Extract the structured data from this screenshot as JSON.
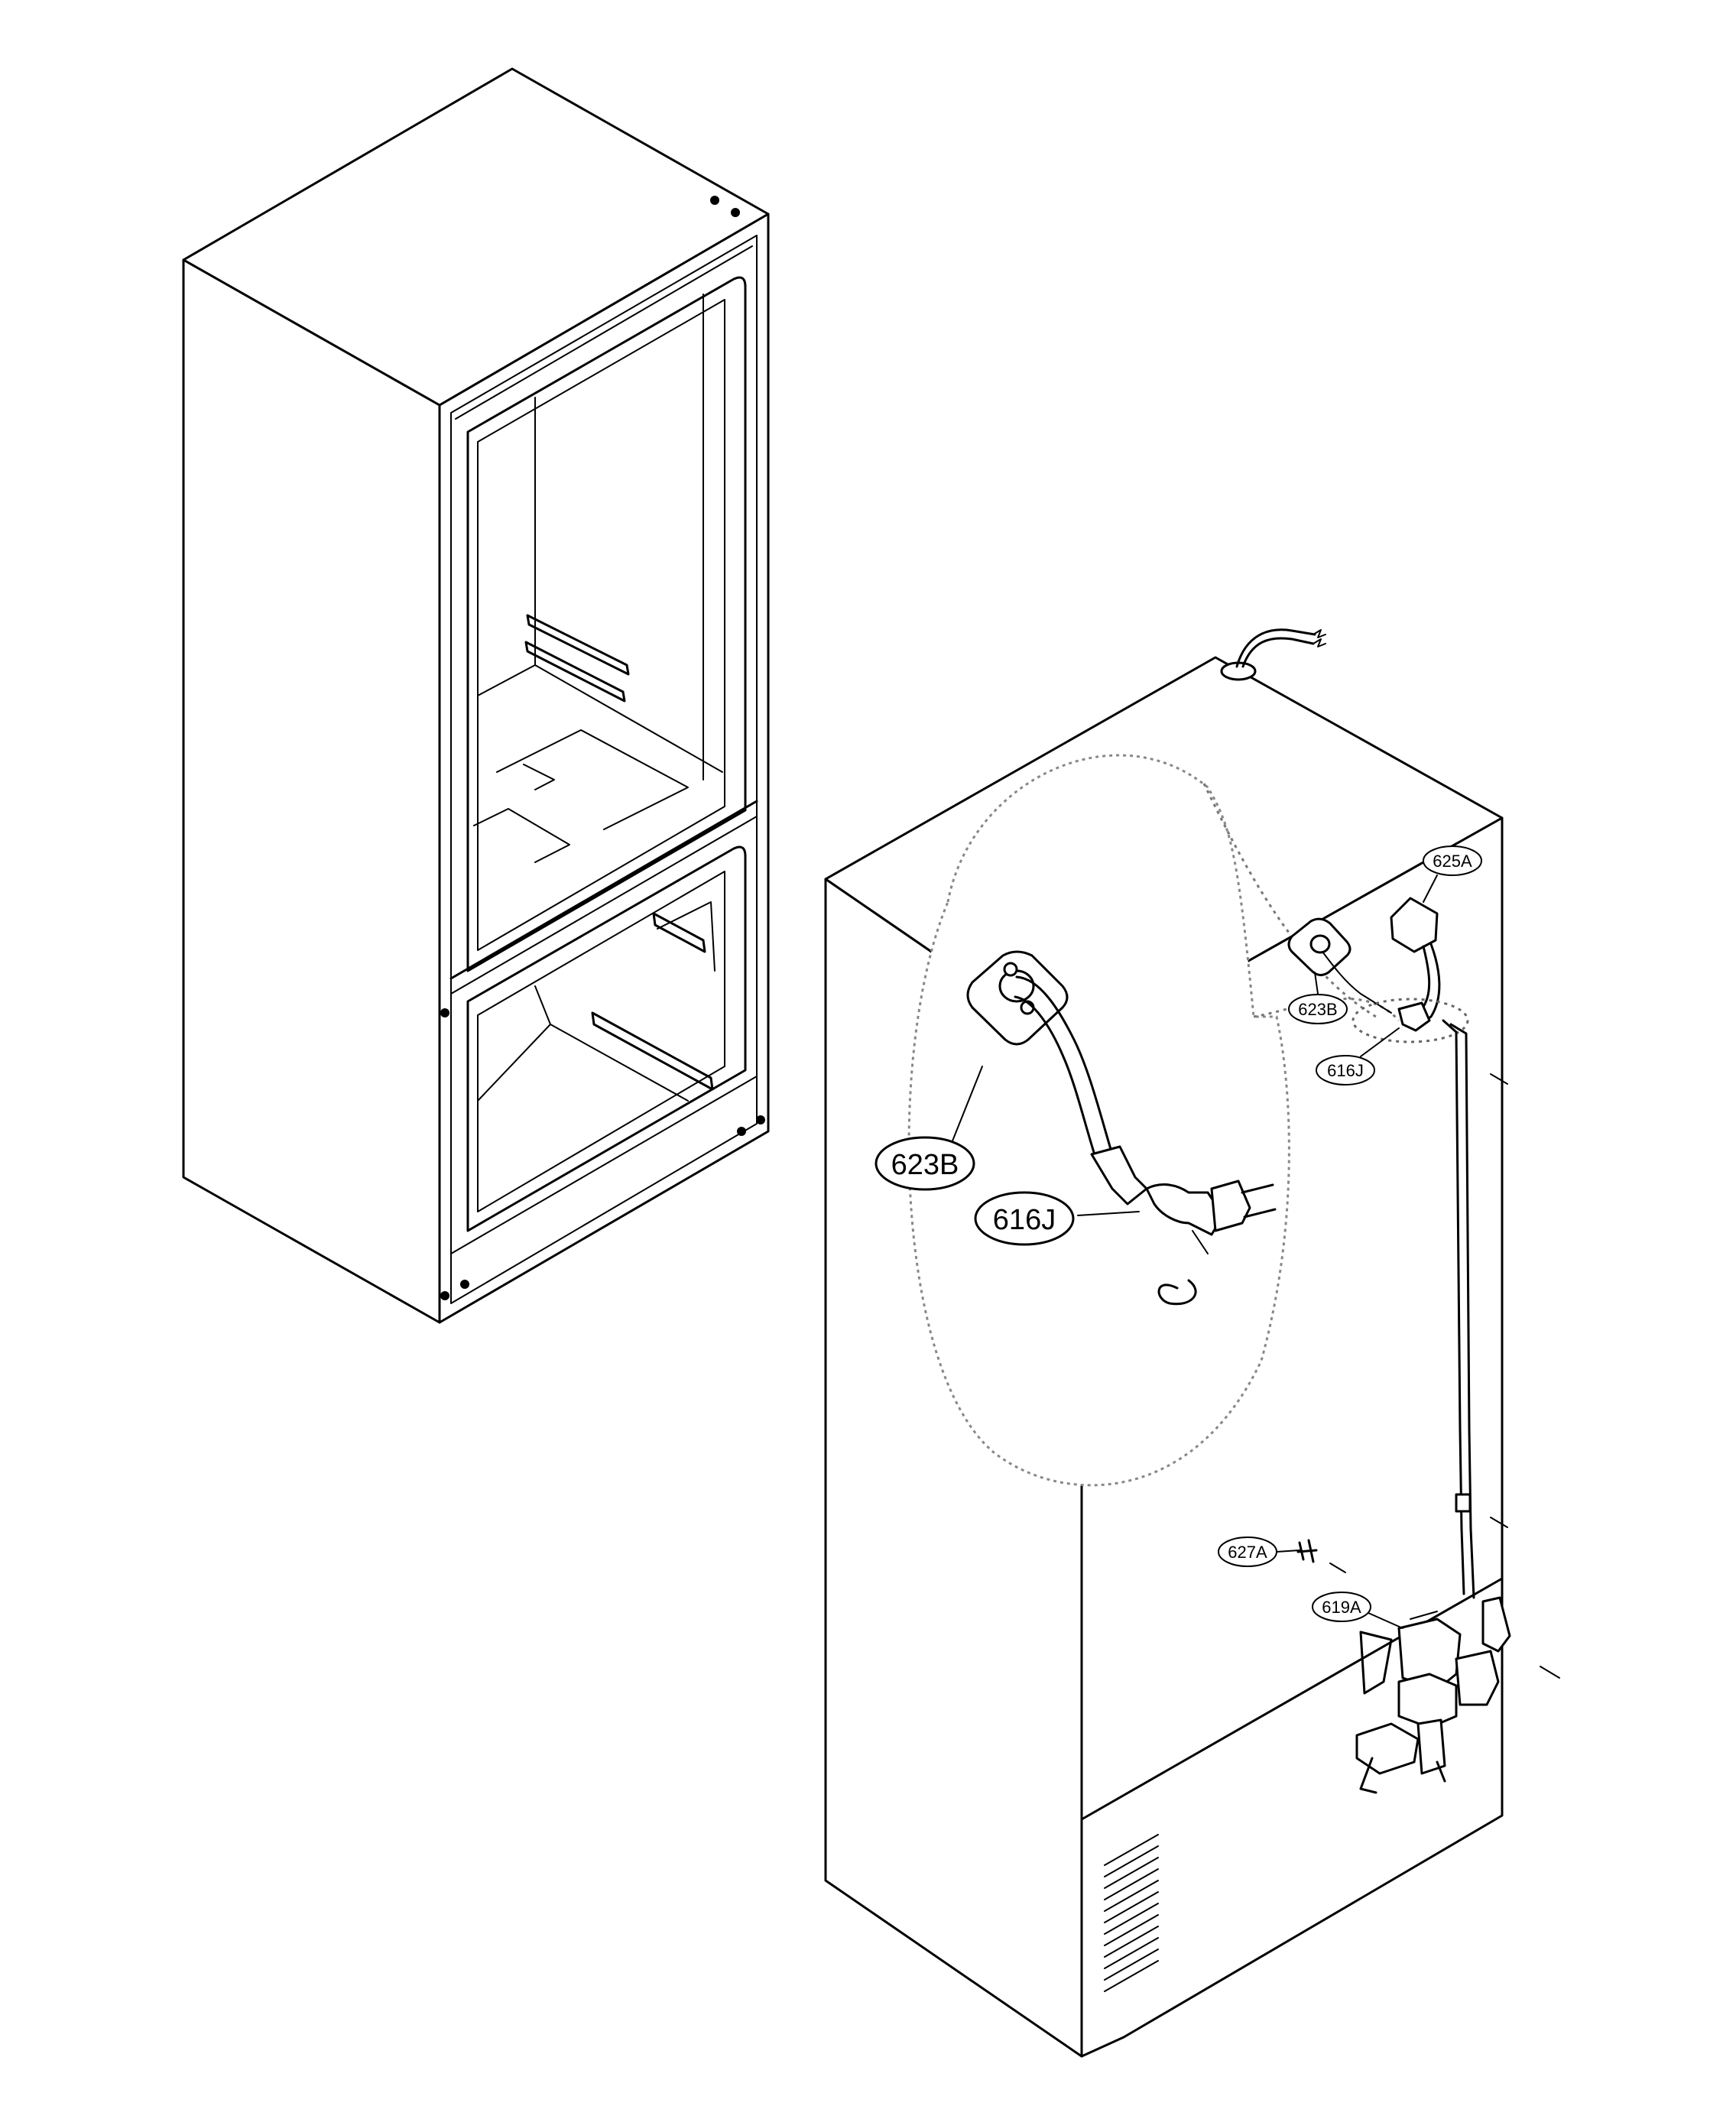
{
  "diagram": {
    "callouts": [
      {
        "id": "callout-625A",
        "text": "625A",
        "size": "small"
      },
      {
        "id": "callout-623B-small",
        "text": "623B",
        "size": "small"
      },
      {
        "id": "callout-616J-small",
        "text": "616J",
        "size": "small"
      },
      {
        "id": "callout-627A",
        "text": "627A",
        "size": "small"
      },
      {
        "id": "callout-619A",
        "text": "619A",
        "size": "small"
      },
      {
        "id": "callout-623B-large",
        "text": "623B",
        "size": "large"
      },
      {
        "id": "callout-616J-large",
        "text": "616J",
        "size": "large"
      }
    ]
  }
}
